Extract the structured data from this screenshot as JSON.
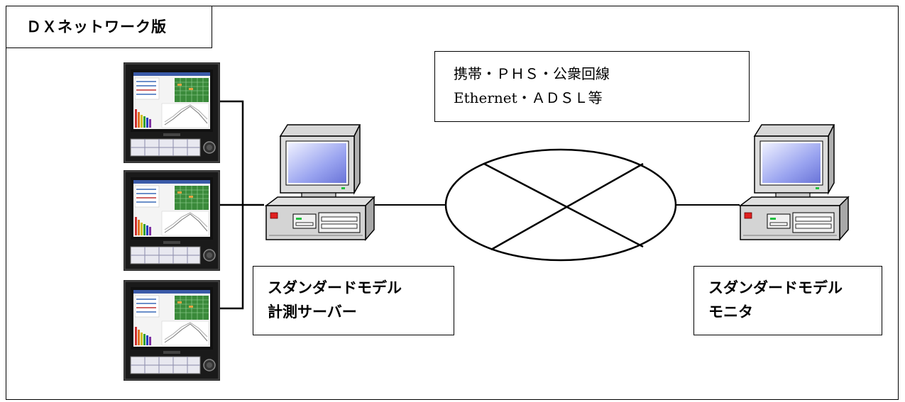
{
  "title": "ＤＸネットワーク版",
  "network": {
    "line1": "携帯・ＰＨＳ・公衆回線",
    "line2": "Ethernet・ＡＤＳＬ等"
  },
  "server": {
    "line1": "スダンダードモデル",
    "line2": "計測サーバー"
  },
  "monitor": {
    "line1": "スダンダードモデル",
    "line2": "モニタ"
  }
}
